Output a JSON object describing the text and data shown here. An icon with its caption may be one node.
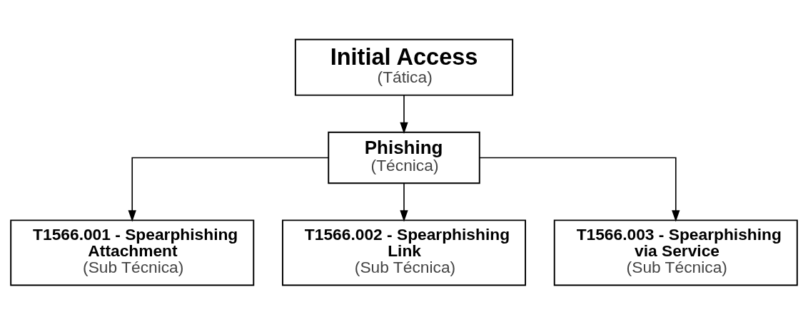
{
  "diagram": {
    "nodes": [
      {
        "text": [
          "Initial Access",
          "(Tática)"
        ]
      },
      {
        "text": [
          "Phishing",
          "(Técnica)"
        ]
      },
      {
        "text": [
          "T1566.001 - Spearphishing Attachment",
          "(Sub Técnica)"
        ]
      },
      {
        "text": [
          "T1566.002 - Spearphishing Link",
          "(Sub Técnica)"
        ]
      },
      {
        "text": [
          "T1566.003 - Spearphishing via Service",
          "(Sub Técnica)"
        ]
      }
    ],
    "edges": [
      {
        "from": 0,
        "to": 1,
        "arrow": "to"
      },
      {
        "from": 1,
        "to": 2,
        "arrow": "to"
      },
      {
        "from": 1,
        "to": 3,
        "arrow": "to"
      },
      {
        "from": 1,
        "to": 4,
        "arrow": "to"
      }
    ]
  }
}
